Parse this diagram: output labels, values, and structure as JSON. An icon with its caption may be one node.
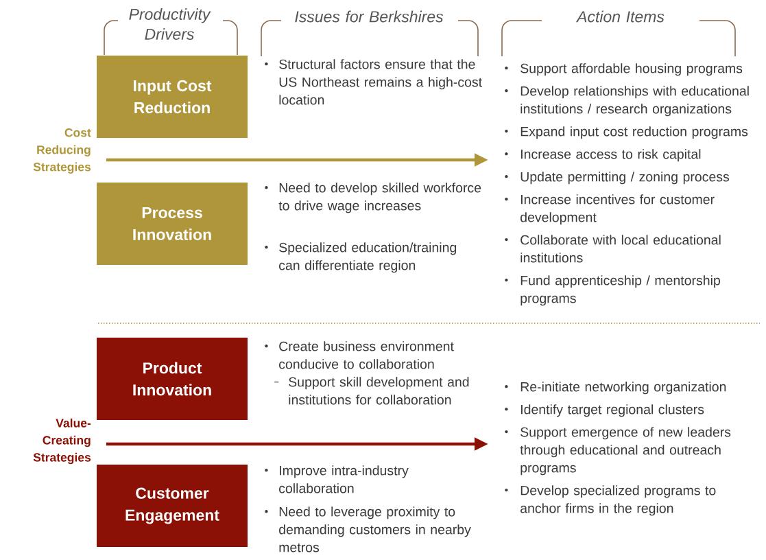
{
  "diagram": {
    "nodes": [
      {
        "text": [
          "Input Cost Reduction"
        ]
      },
      {
        "text": [
          "Process Innovation"
        ]
      },
      {
        "text": [
          "Product Innovation"
        ]
      },
      {
        "text": [
          "Customer Engagement"
        ]
      },
      {
        "text": [
          "Cost Reducing Strategies"
        ]
      },
      {
        "text": [
          "Support affordable housing programs",
          "Develop relationships with educational institutions / research organizations",
          "Expand input cost reduction programs",
          "Increase access to risk capital",
          "Update permitting / zoning process",
          "Increase incentives for customer development",
          "Collaborate with local educational institutions",
          "Fund apprenticeship / mentorship programs"
        ]
      },
      {
        "text": [
          "Value-Creating Strategies"
        ]
      },
      {
        "text": [
          "Re-initiate networking organization",
          "Identify target regional clusters",
          "Support emergence of new leaders through educational and outreach programs",
          "Develop specialized programs to anchor firms in the region"
        ]
      }
    ],
    "edges": [
      {
        "from": 4,
        "to": 5,
        "arrow": "to",
        "color": "#b0963a"
      },
      {
        "from": 6,
        "to": 7,
        "arrow": "to",
        "color": "#8b1005"
      }
    ],
    "labels": [
      "Productivity Drivers",
      "Issues for Berkshires",
      "Action Items",
      "Structural factors ensure that the US Northeast remains a high-cost location",
      "Need to develop skilled workforce to drive wage increases",
      "Specialized education/training can differentiate region",
      "Create business environment conducive to collaboration",
      "Support skill development and institutions for collaboration",
      "Improve intra-industry collaboration",
      "Need to leverage proximity to demanding customers in nearby metros"
    ]
  }
}
